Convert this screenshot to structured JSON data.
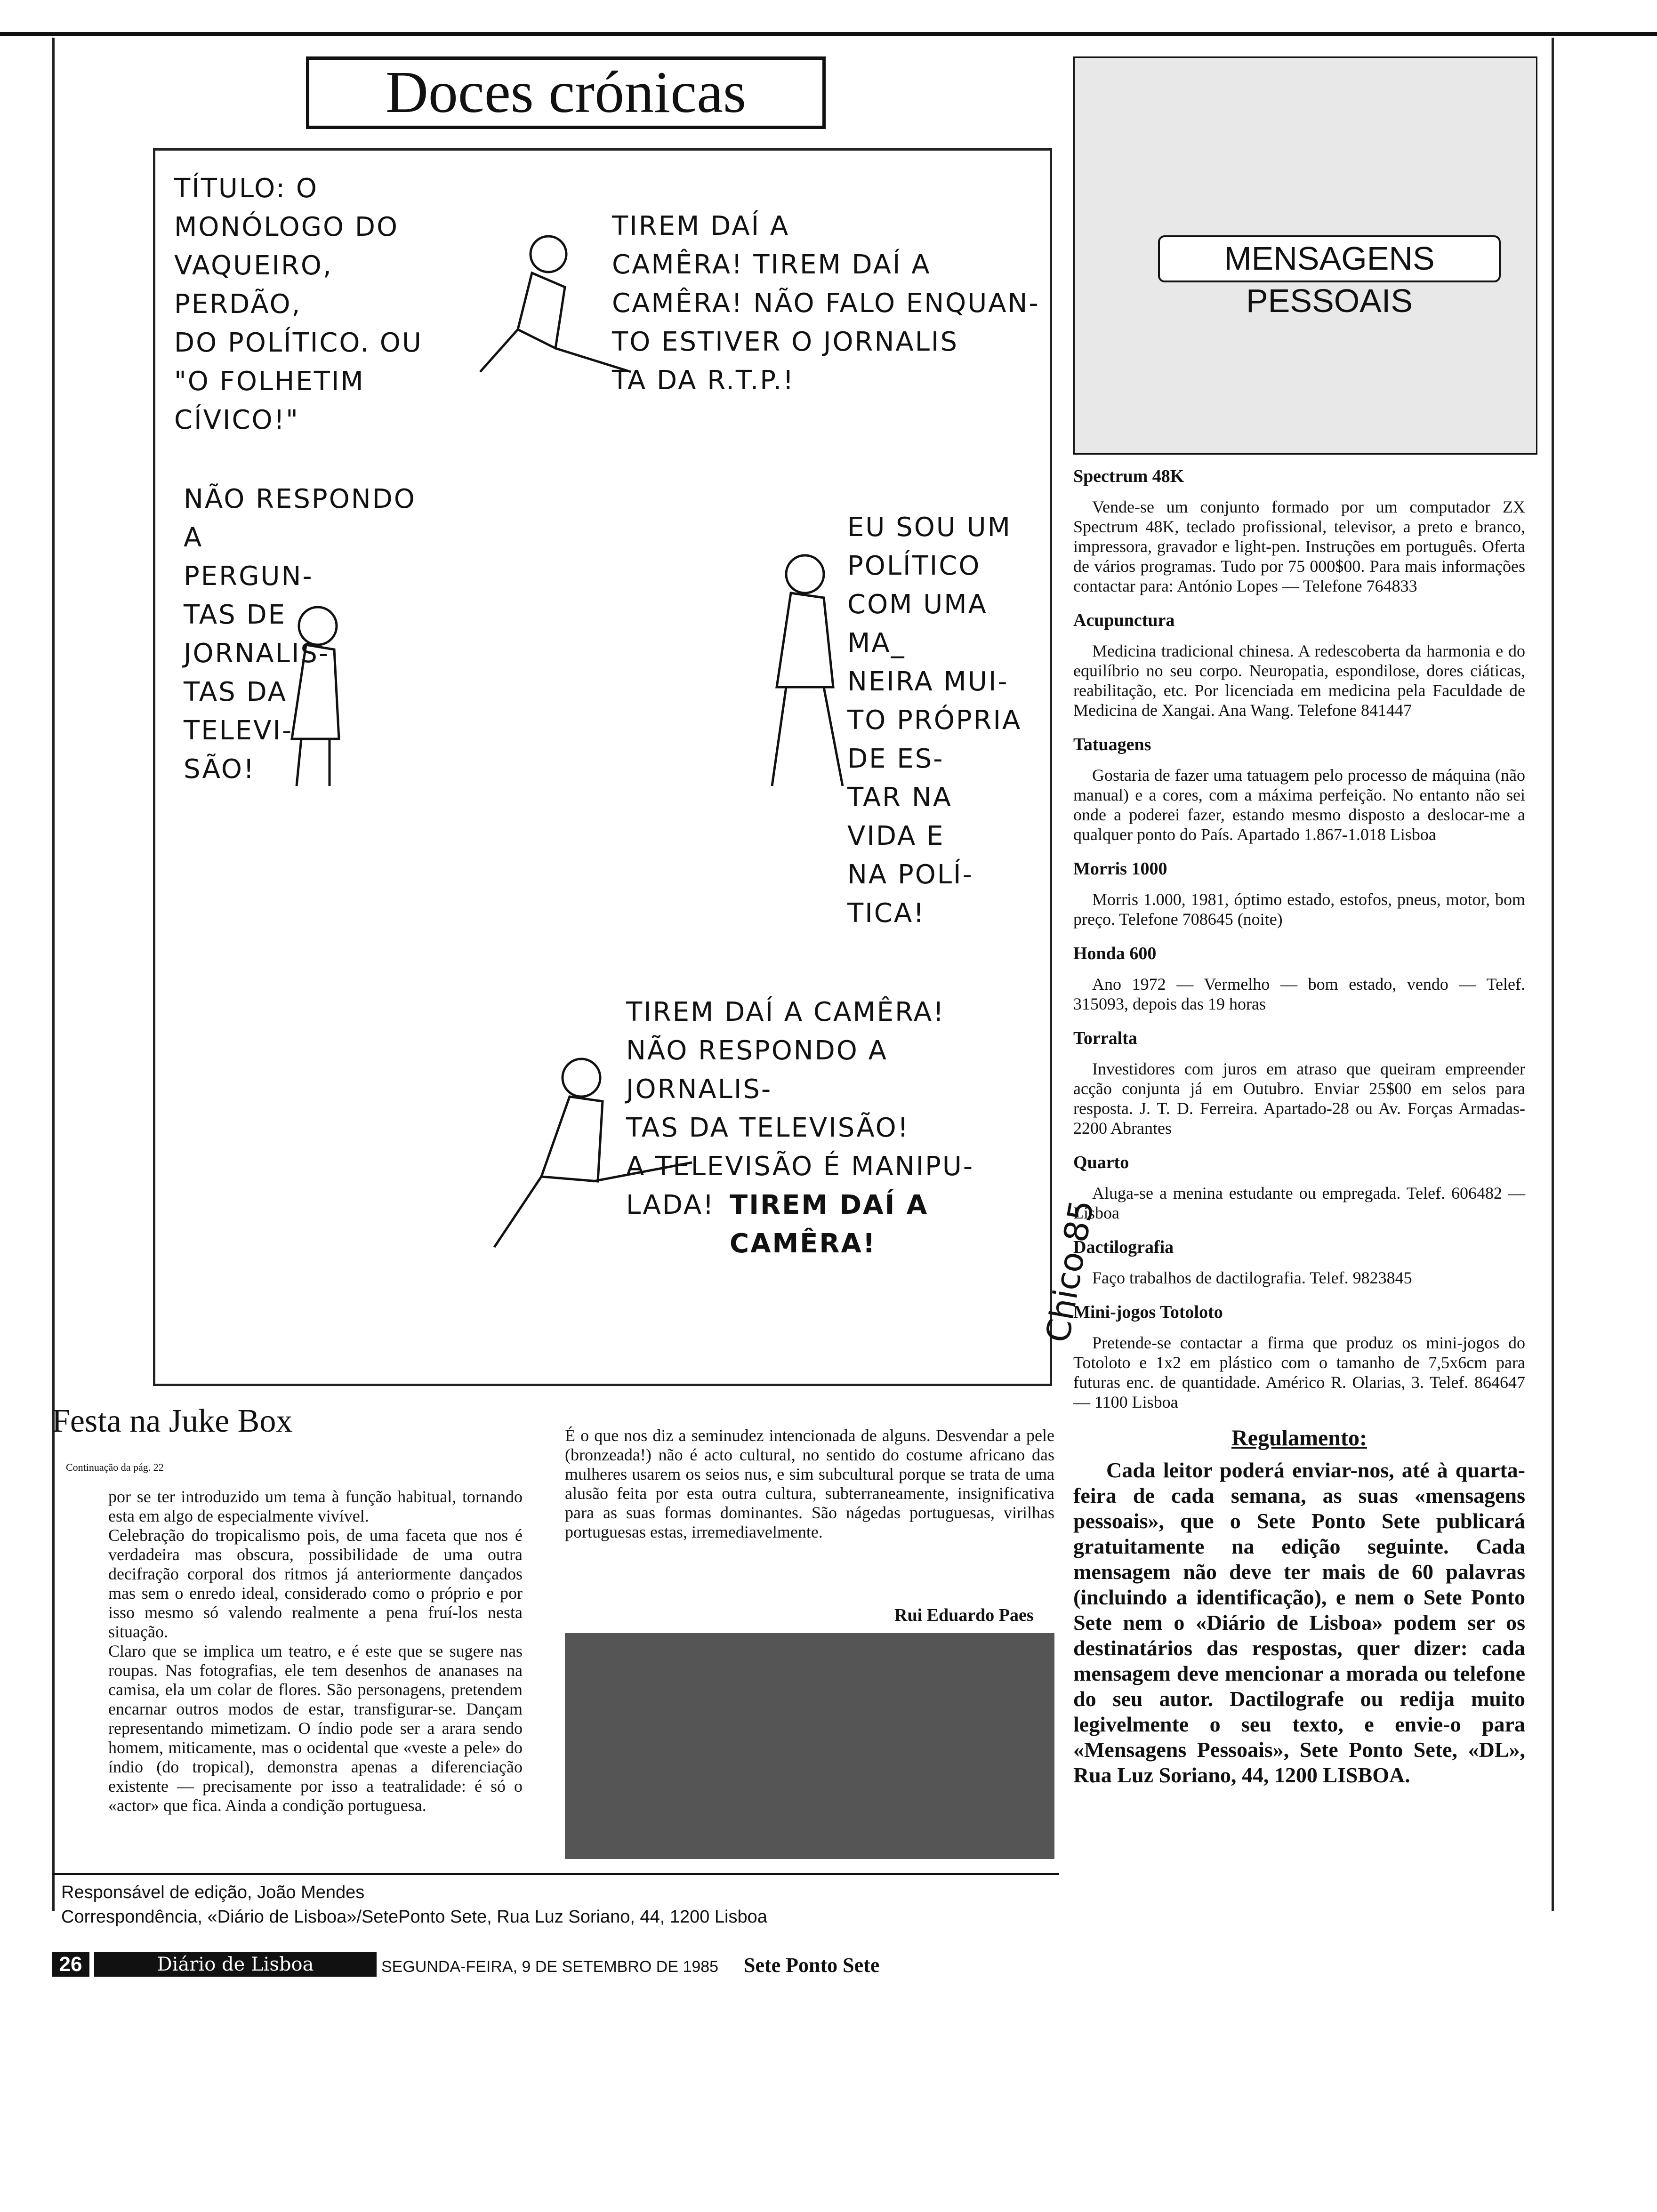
{
  "header": {
    "title": "Doces crónicas"
  },
  "cartoon": {
    "caption_lines": "TÍTULO: O MONÓLOGO DO\nVAQUEIRO, PERDÃO,\nDO POLÍTICO. OU\n\"O FOLHETIM\nCÍVICO!\"",
    "bubble1": "TIREM DAÍ A\nCAMÊRA! TIREM DAÍ A\nCAMÊRA! NÃO FALO ENQUAN-\nTO ESTIVER O JORNALIS\nTA DA R.T.P.!",
    "bubble2": "NÃO RESPONDO A\nPERGUN-\nTAS DE\nJORNALIS-\nTAS DA\nTELEVI-\nSÃO!",
    "bubble3": "EU SOU UM\nPOLÍTICO\nCOM UMA MA_\nNEIRA MUI-\nTO PRÓPRIA\nDE ES-\nTAR NA\nVIDA E\nNA POLÍ-\nTICA!",
    "bubble4": "TIREM DAÍ A CAMÊRA!\nNÃO RESPONDO A JORNALIS-\nTAS DA TELEVISÃO!\nA TELEVISÃO É MANIPU-\nLADA!",
    "bubble5": "TIREM DAÍ A\nCAMÊRA!",
    "signature": "Chico 85"
  },
  "banner": {
    "heading": "MENSAGENS PESSOAIS"
  },
  "classifieds": [
    {
      "title": "Spectrum 48K",
      "body": "Vende-se um conjunto formado por um computador ZX Spectrum 48K, teclado profissional, televisor, a preto e branco, impressora, gravador e light-pen. Instruções em português. Oferta de vários programas. Tudo por 75 000$00. Para mais informações contactar para: António Lopes — Telefone 764833"
    },
    {
      "title": "Acupunctura",
      "body": "Medicina tradicional chinesa. A redescoberta da harmonia e do equilíbrio no seu corpo. Neuropatia, espondilose, dores ciáticas, reabilitação, etc. Por licenciada em medicina pela Faculdade de Medicina de Xangai. Ana Wang. Telefone 841447"
    },
    {
      "title": "Tatuagens",
      "body": "Gostaria de fazer uma tatuagem pelo processo de máquina (não manual) e a cores, com a máxima perfeição. No entanto não sei onde a poderei fazer, estando mesmo disposto a deslocar-me a qualquer ponto do País. Apartado 1.867-1.018 Lisboa"
    },
    {
      "title": "Morris 1000",
      "body": "Morris 1.000, 1981, óptimo estado, estofos, pneus, motor, bom preço. Telefone 708645 (noite)"
    },
    {
      "title": "Honda 600",
      "body": "Ano 1972 — Vermelho — bom estado, vendo — Telef. 315093, depois das 19 horas"
    },
    {
      "title": "Torralta",
      "body": "Investidores com juros em atraso que queiram empreender acção conjunta já em Outubro. Enviar 25$00 em selos para resposta. J. T. D. Ferreira. Apartado-28 ou Av. Forças Armadas-2200 Abrantes"
    },
    {
      "title": "Quarto",
      "body": "Aluga-se a menina estudante ou empregada. Telef. 606482 — Lisboa"
    },
    {
      "title": "Dactilografia",
      "body": "Faço trabalhos de dactilografia. Telef. 9823845"
    },
    {
      "title": "Mini-jogos Totoloto",
      "body": "Pretende-se contactar a firma que produz os mini-jogos do Totoloto e 1x2 em plástico com o tamanho de 7,5x6cm para futuras enc. de quantidade. Américo R. Olarias, 3. Telef. 864647 — 1100 Lisboa"
    }
  ],
  "regulamento": {
    "title": "Regulamento:",
    "body": "Cada leitor poderá enviar-nos, até à quarta-feira de cada semana, as suas «mensagens pessoais», que o Sete Ponto Sete publicará gratuitamente na edição seguinte. Cada mensagem não deve ter mais de 60 palavras (incluindo a identificação), e nem o Sete Ponto Sete nem o «Diário de Lisboa» podem ser os destinatários das respostas, quer dizer: cada mensagem deve mencionar a morada ou telefone do seu autor. Dactilografe ou redija muito legivelmente o seu texto, e envie-o para «Mensagens Pessoais», Sete Ponto Sete, «DL», Rua Luz Soriano, 44, 1200 LISBOA."
  },
  "article": {
    "title": "Festa na Juke Box",
    "continuation": "Continuação da pág. 22",
    "col1": "por se ter introduzido um tema à função habitual, tornando esta em algo de especialmente vivível.\n   Celebração do tropicalismo pois, de uma faceta que nos é verdadeira mas obscura, possibilidade de uma outra decifração corporal dos ritmos já anteriormente dançados mas sem o enredo ideal, considerado como o próprio e por isso mesmo só valendo realmente a pena fruí-los nesta situação.\n   Claro que se implica um teatro, e é este que se sugere nas roupas. Nas fotografias, ele tem desenhos de ananases na camisa, ela um colar de flores. São personagens, pretendem encarnar outros modos de estar, transfigurar-se. Dançam representando mimetizam. O índio pode ser a arara sendo homem, miticamente, mas o ocidental que «veste a pele» do índio (do tropical), demonstra apenas a diferenciação existente — precisamente por isso a teatralidade: é só o «actor» que fica. Ainda a condição portuguesa.",
    "col2": "É o que nos diz a seminudez intencionada de alguns. Desvendar a pele (bronzeada!) não é acto cultural, no sentido do costume africano das mulheres usarem os seios nus, e sim subcultural porque se trata de uma alusão feita por esta outra cultura, subterraneamente, insignificativa para as suas formas dominantes. São nágedas portuguesas, virilhas portuguesas estas, irremediavelmente.",
    "author": "Rui Eduardo Paes"
  },
  "credits": {
    "line1": "Responsável de edição, João Mendes",
    "line2": "Correspondência, «Diário de Lisboa»/SetePonto Sete, Rua Luz Soriano, 44, 1200 Lisboa"
  },
  "footer": {
    "page_number": "26",
    "masthead": "Diário de Lisboa",
    "date": "SEGUNDA-FEIRA, 9 DE SETEMBRO DE 1985",
    "section": "Sete Ponto Sete"
  }
}
